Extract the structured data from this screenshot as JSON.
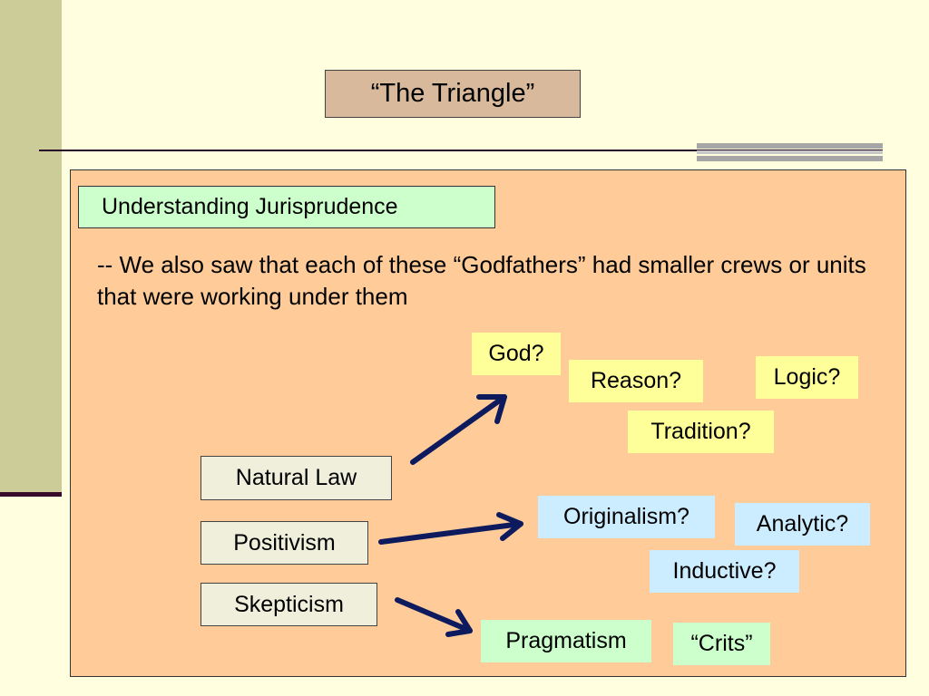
{
  "slide": {
    "title": "“The Triangle”",
    "section_label": "Understanding Jurisprudence",
    "body_text": "-- We also saw that each of these “Godfathers” had smaller crews or units that were working under them"
  },
  "categories": {
    "natural_law": "Natural Law",
    "positivism": "Positivism",
    "skepticism": "Skepticism"
  },
  "natural_law_units": {
    "god": "God?",
    "reason": "Reason?",
    "logic": "Logic?",
    "tradition": "Tradition?"
  },
  "positivism_units": {
    "originalism": "Originalism?",
    "analytic": "Analytic?",
    "inductive": "Inductive?"
  },
  "skepticism_units": {
    "pragmatism": "Pragmatism",
    "crits": "“Crits”"
  },
  "colors": {
    "background": "#FFFFE0",
    "panel": "#FFCC99",
    "title_box": "#D9B99B",
    "yellow_unit": "#FFFF99",
    "blue_unit": "#CCECFF",
    "green_unit": "#CCFFCC",
    "arrow": "#0D1B5E"
  }
}
